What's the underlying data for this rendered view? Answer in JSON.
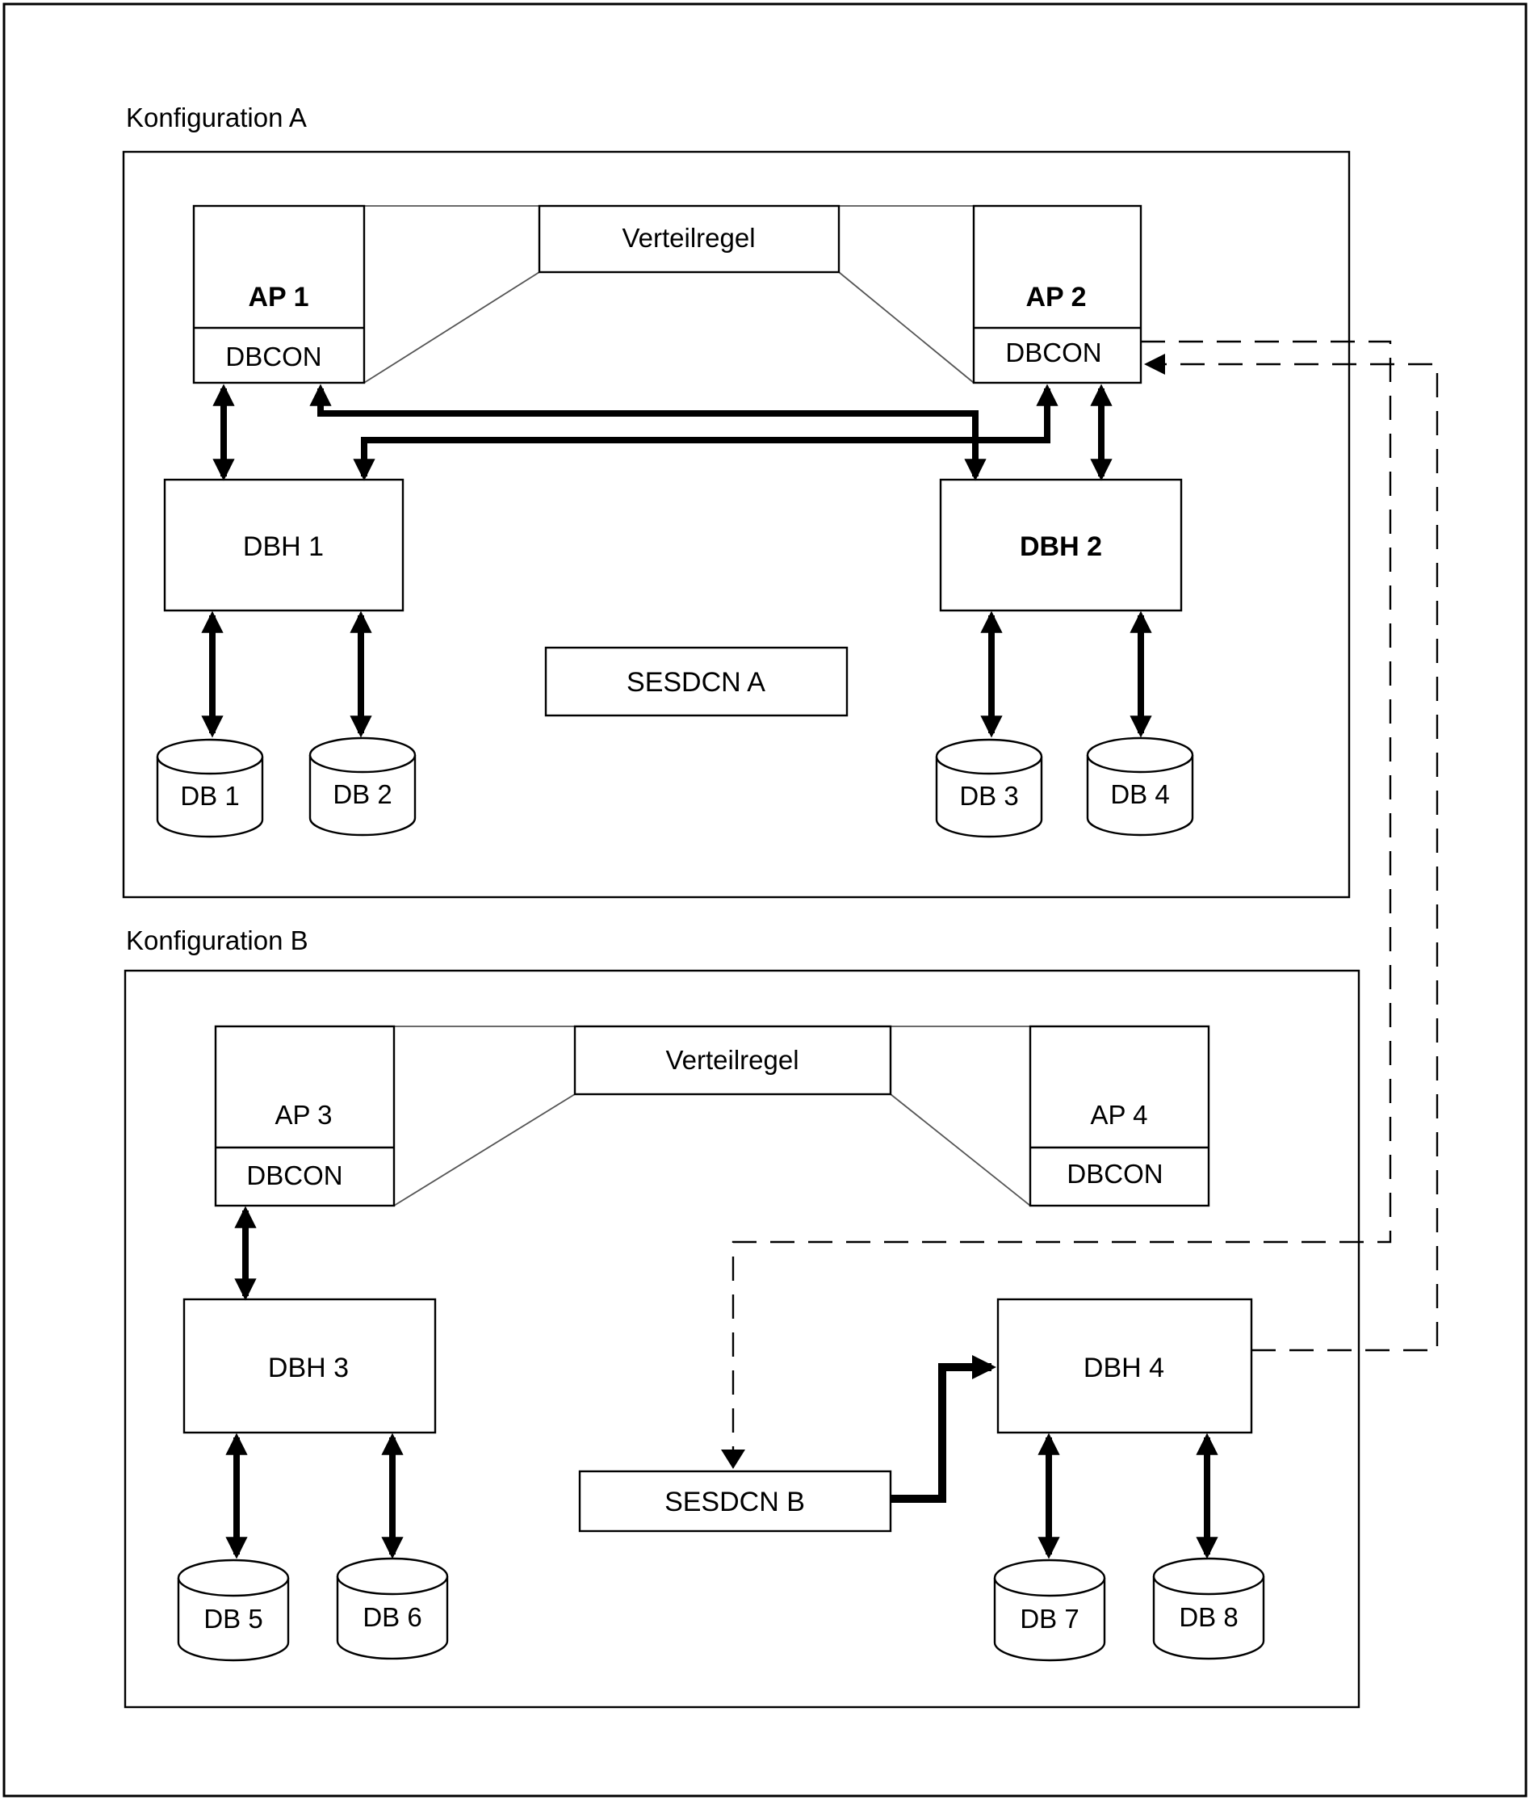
{
  "configA": {
    "title": "Konfiguration A",
    "rule": "Verteilregel",
    "ap1": "AP 1",
    "ap1_dbcon": "DBCON",
    "ap2": "AP 2",
    "ap2_dbcon": "DBCON",
    "dbh1": "DBH 1",
    "dbh2": "DBH 2",
    "sesdcn": "SESDCN A",
    "db1": "DB 1",
    "db2": "DB 2",
    "db3": "DB 3",
    "db4": "DB 4"
  },
  "configB": {
    "title": "Konfiguration B",
    "rule": "Verteilregel",
    "ap3": "AP 3",
    "ap3_dbcon": "DBCON",
    "ap4": "AP 4",
    "ap4_dbcon": "DBCON",
    "dbh3": "DBH 3",
    "dbh4": "DBH 4",
    "sesdcn": "SESDCN B",
    "db5": "DB 5",
    "db6": "DB 6",
    "db7": "DB 7",
    "db8": "DB 8"
  }
}
